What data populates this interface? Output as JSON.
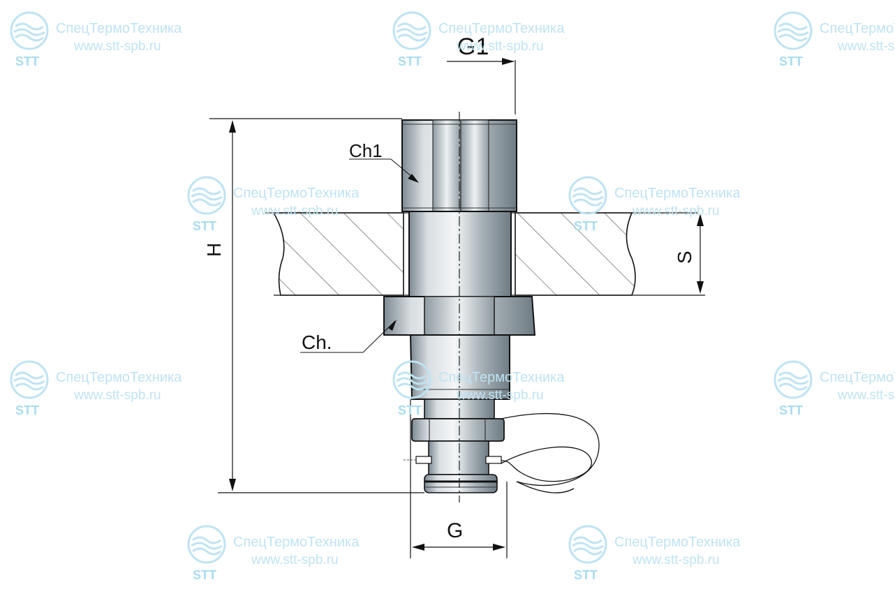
{
  "labels": {
    "g1": "G1",
    "ch1": "Ch1",
    "h": "H",
    "s": "S",
    "ch": "Ch.",
    "g": "G"
  },
  "watermark": {
    "name": "СпецТермоТехника",
    "url": "www.stt-spb.ru",
    "short": "STT",
    "logo": "wave-logo-icon",
    "color": "#bfe3f2"
  },
  "colors": {
    "line": "#111111",
    "metal": "#b9c2c8",
    "hatch": "#333333"
  }
}
